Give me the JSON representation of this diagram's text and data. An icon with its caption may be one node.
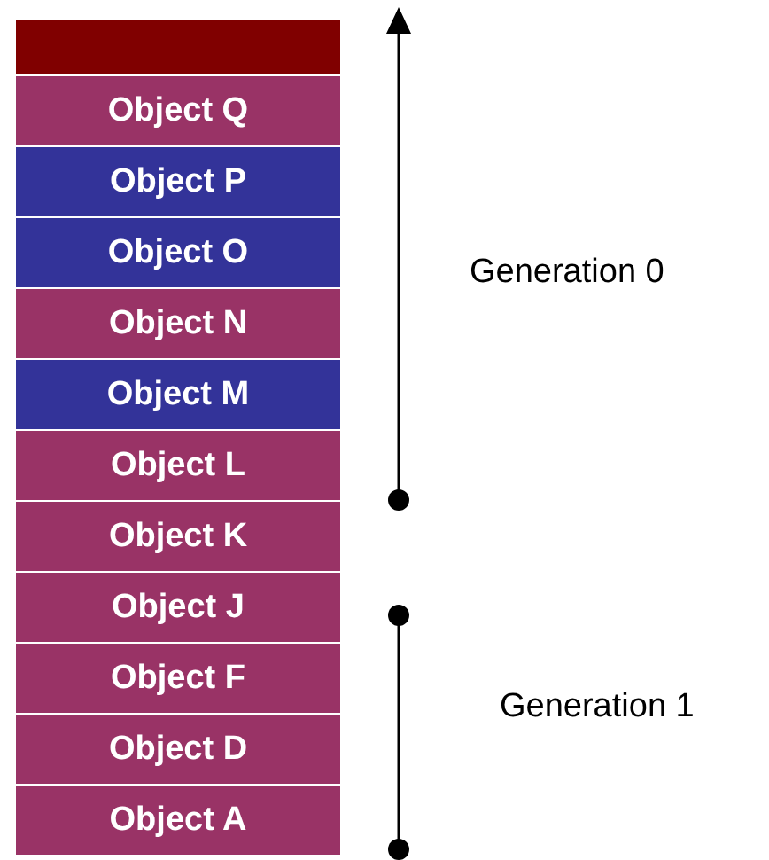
{
  "diagram": {
    "nodes": [
      {
        "text": [],
        "shape": "box"
      },
      {
        "text": [
          "Object Q"
        ]
      },
      {
        "text": [
          "Object P"
        ]
      },
      {
        "text": [
          "Object O"
        ]
      },
      {
        "text": [
          "Object N"
        ]
      },
      {
        "text": [
          "Object M"
        ]
      },
      {
        "text": [
          "Object L"
        ]
      },
      {
        "text": [
          "Object K"
        ]
      },
      {
        "text": [
          "Object J"
        ]
      },
      {
        "text": [
          "Object F"
        ]
      },
      {
        "text": [
          "Object D"
        ]
      },
      {
        "text": [
          "Object A"
        ]
      }
    ],
    "labels": [
      "Generation 0",
      "Generation 1"
    ]
  }
}
